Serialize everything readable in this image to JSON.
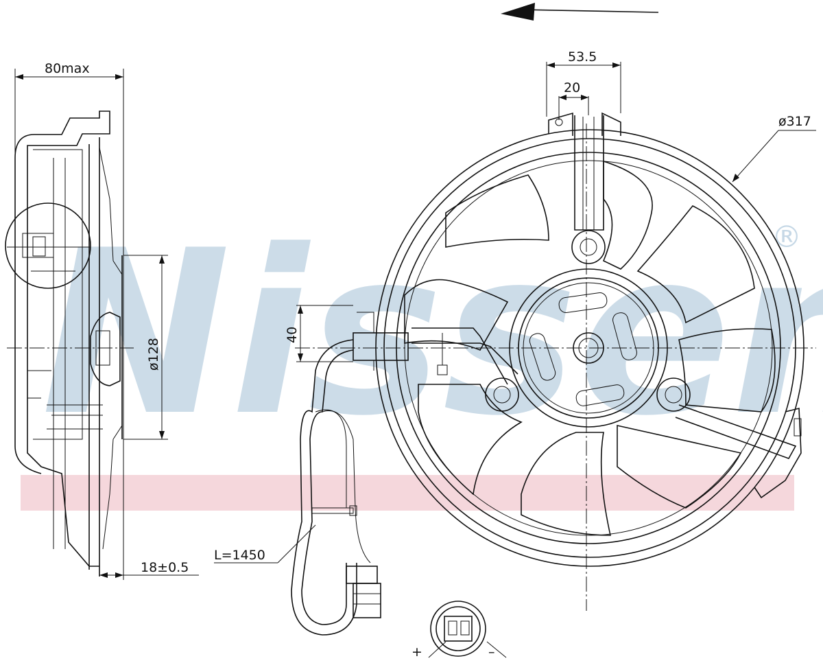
{
  "watermark": {
    "brand": "Nissens",
    "registered_mark": "®",
    "brand_color": "#b9cfe0",
    "band_color": "#f2c9d0"
  },
  "dimensions": {
    "depth": "80max",
    "motor_diameter": "ø128",
    "flange_offset": "18±0.5",
    "mount_spacing": "53.5",
    "mount_offset": "20",
    "fan_diameter": "ø317",
    "connector_height": "40",
    "cable_length": "L=1450"
  },
  "connector": {
    "plus_label": "+",
    "minus_label": "–"
  }
}
